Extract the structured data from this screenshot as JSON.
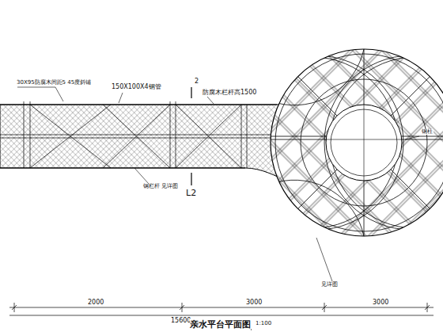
{
  "diagram": {
    "title": "亲水平台平面图",
    "labels": [
      "30X95防腐木间距5 45度斜铺",
      "150X100X4钢管",
      "2",
      "防腐木栏杆高1500",
      "钢栏杆 见详图",
      "L2",
      "钢柱",
      "见详图",
      "2000",
      "3000",
      "3000",
      "15600",
      "1:100"
    ]
  }
}
